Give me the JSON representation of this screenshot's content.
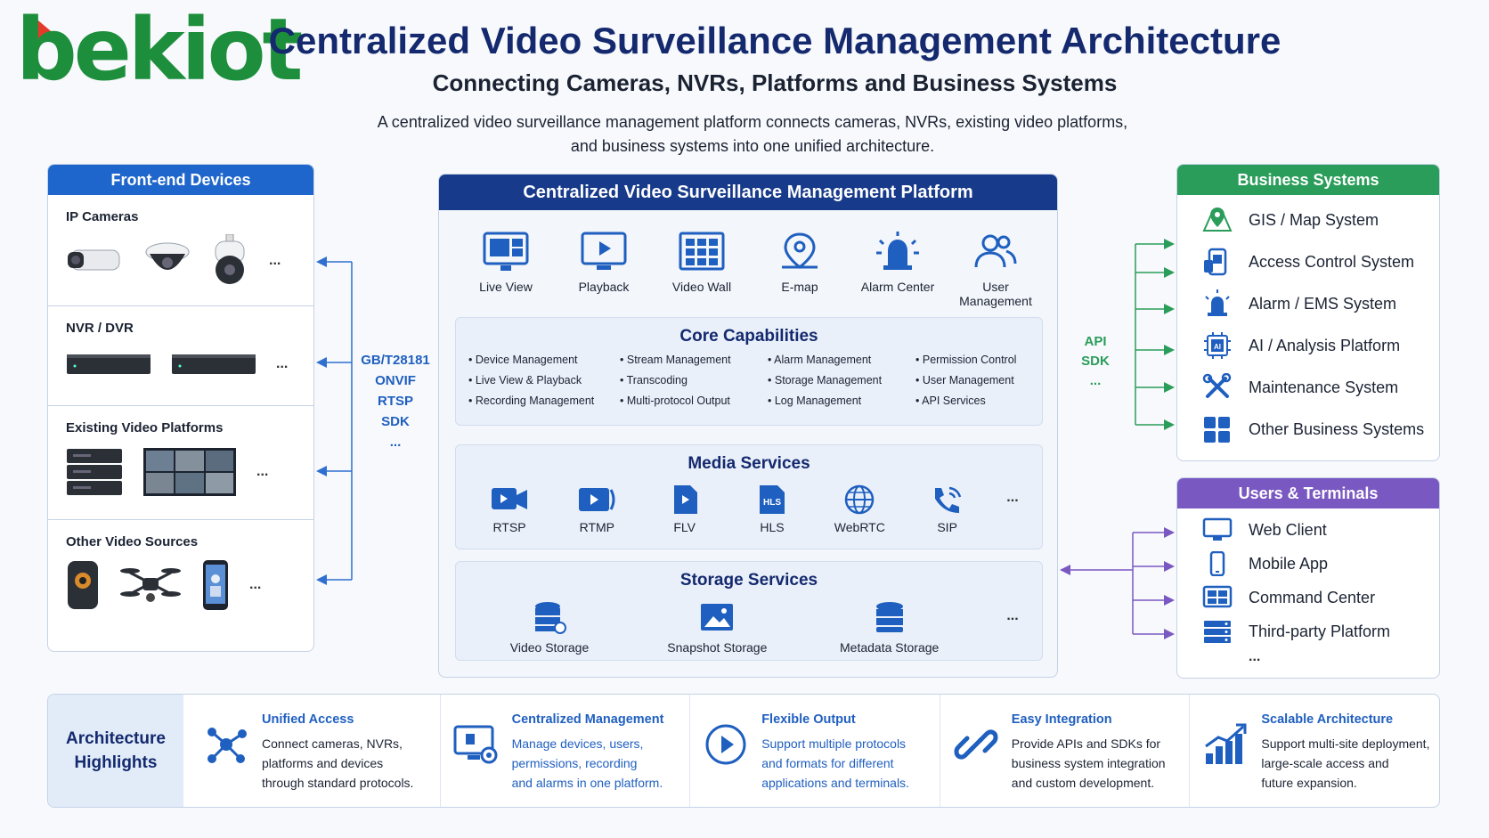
{
  "header": {
    "logo_text": "bekiot",
    "title": "Centralized Video Surveillance Management Architecture",
    "subtitle": "Connecting Cameras, NVRs, Platforms and Business Systems",
    "description_line1": "A centralized video surveillance management platform connects cameras, NVRs, existing video platforms,",
    "description_line2": "and business systems into one unified architecture."
  },
  "front_end": {
    "title": "Front-end Devices",
    "sections": [
      {
        "label": "IP Cameras",
        "more": "..."
      },
      {
        "label": "NVR / DVR",
        "more": "..."
      },
      {
        "label": "Existing Video Platforms",
        "more": "..."
      },
      {
        "label": "Other Video Sources",
        "more": "..."
      }
    ]
  },
  "protocols": [
    "GB/T28181",
    "ONVIF",
    "RTSP",
    "SDK",
    "..."
  ],
  "platform": {
    "title": "Centralized Video Surveillance Management Platform",
    "modules": [
      {
        "label": "Live View",
        "icon": "live-view-icon"
      },
      {
        "label": "Playback",
        "icon": "playback-icon"
      },
      {
        "label": "Video Wall",
        "icon": "video-wall-icon"
      },
      {
        "label": "E-map",
        "icon": "map-pin-icon"
      },
      {
        "label": "Alarm Center",
        "icon": "alarm-icon"
      },
      {
        "label": "User Management",
        "icon": "users-icon"
      }
    ],
    "core": {
      "title": "Core Capabilities",
      "items": [
        "Device Management",
        "Stream Management",
        "Alarm Management",
        "Permission Control",
        "Live View & Playback",
        "Transcoding",
        "Storage Management",
        "User Management",
        "Recording Management",
        "Multi-protocol Output",
        "Log Management",
        "API Services"
      ]
    },
    "media": {
      "title": "Media Services",
      "items": [
        "RTSP",
        "RTMP",
        "FLV",
        "HLS",
        "WebRTC",
        "SIP"
      ],
      "more": "..."
    },
    "storage": {
      "title": "Storage Services",
      "items": [
        "Video Storage",
        "Snapshot Storage",
        "Metadata Storage"
      ],
      "more": "..."
    }
  },
  "api": [
    "API",
    "SDK",
    "..."
  ],
  "business": {
    "title": "Business Systems",
    "items": [
      {
        "label": "GIS / Map System",
        "icon": "map-icon"
      },
      {
        "label": "Access Control System",
        "icon": "access-card-icon"
      },
      {
        "label": "Alarm / EMS System",
        "icon": "alarm-icon"
      },
      {
        "label": "AI / Analysis Platform",
        "icon": "ai-chip-icon"
      },
      {
        "label": "Maintenance System",
        "icon": "tools-icon"
      },
      {
        "label": "Other Business Systems",
        "icon": "grid-icon"
      }
    ]
  },
  "users": {
    "title": "Users & Terminals",
    "items": [
      {
        "label": "Web Client",
        "icon": "monitor-icon"
      },
      {
        "label": "Mobile App",
        "icon": "phone-icon"
      },
      {
        "label": "Command Center",
        "icon": "command-center-icon"
      },
      {
        "label": "Third-party Platform",
        "icon": "server-icon"
      }
    ],
    "more": "..."
  },
  "highlights": {
    "title_line1": "Architecture",
    "title_line2": "Highlights",
    "items": [
      {
        "title": "Unified Access",
        "lines": [
          "Connect cameras, NVRs,",
          "platforms and devices",
          "through standard protocols."
        ]
      },
      {
        "title": "Centralized Management",
        "lines": [
          "Manage devices, users,",
          "permissions, recording",
          "and alarms in one platform."
        ]
      },
      {
        "title": "Flexible Output",
        "lines": [
          "Support multiple protocols",
          "and formats for different",
          "applications and terminals."
        ]
      },
      {
        "title": "Easy Integration",
        "lines": [
          "Provide APIs and SDKs for",
          "business system integration",
          "and custom development."
        ]
      },
      {
        "title": "Scalable Architecture",
        "lines": [
          "Support multi-site deployment,",
          "large-scale access and",
          "future expansion."
        ]
      }
    ]
  },
  "colors": {
    "navy": "#14296e",
    "blue": "#1f66cc",
    "green": "#2a9d5a",
    "purple": "#7a58c2"
  }
}
